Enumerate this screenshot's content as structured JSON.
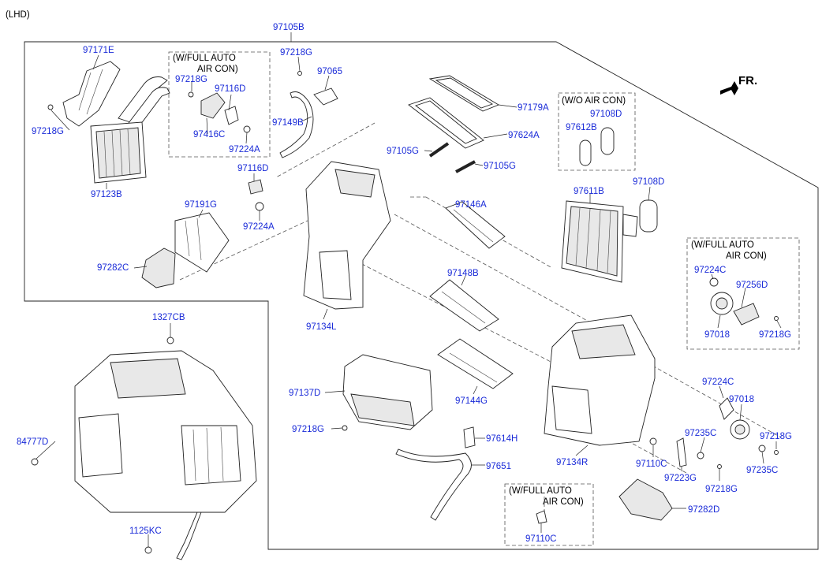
{
  "variant": "(LHD)",
  "direction": "FR.",
  "main_label": "97105B",
  "boxes": {
    "auto_top": [
      "(W/FULL AUTO",
      "AIR CON)"
    ],
    "wo_aircon": "(W/O AIR CON)",
    "auto_right": [
      "(W/FULL AUTO",
      "AIR CON)"
    ],
    "auto_bottom": [
      "(W/FULL AUTO",
      "AIR CON)"
    ]
  },
  "parts": {
    "p97171E": "97171E",
    "p97218G_a": "97218G",
    "p97123B": "97123B",
    "p97218G_b": "97218G",
    "p97116D_a": "97116D",
    "p97416C": "97416C",
    "p97224A_a": "97224A",
    "p97218G_c": "97218G",
    "p97065": "97065",
    "p97149B": "97149B",
    "p97179A": "97179A",
    "p97624A": "97624A",
    "p97105G_a": "97105G",
    "p97105G_b": "97105G",
    "p97612B": "97612B",
    "p97108D_a": "97108D",
    "p97108D_b": "97108D",
    "p97611B": "97611B",
    "p97116D_b": "97116D",
    "p97224A_b": "97224A",
    "p97191G": "97191G",
    "p97282C": "97282C",
    "p97134L": "97134L",
    "p97146A": "97146A",
    "p97148B": "97148B",
    "p97224C_a": "97224C",
    "p97256D": "97256D",
    "p97018_a": "97018",
    "p97218G_d": "97218G",
    "p1327CB": "1327CB",
    "p97137D": "97137D",
    "p97144G": "97144G",
    "p97218G_e": "97218G",
    "p97614H": "97614H",
    "p97651": "97651",
    "p97134R": "97134R",
    "p97224C_b": "97224C",
    "p97018_b": "97018",
    "p97235C_a": "97235C",
    "p97218G_f": "97218G",
    "p97110C_a": "97110C",
    "p97223G": "97223G",
    "p97218G_g": "97218G",
    "p97235C_b": "97235C",
    "p84777D": "84777D",
    "p1125KC": "1125KC",
    "p97110C_b": "97110C",
    "p97282D": "97282D"
  }
}
